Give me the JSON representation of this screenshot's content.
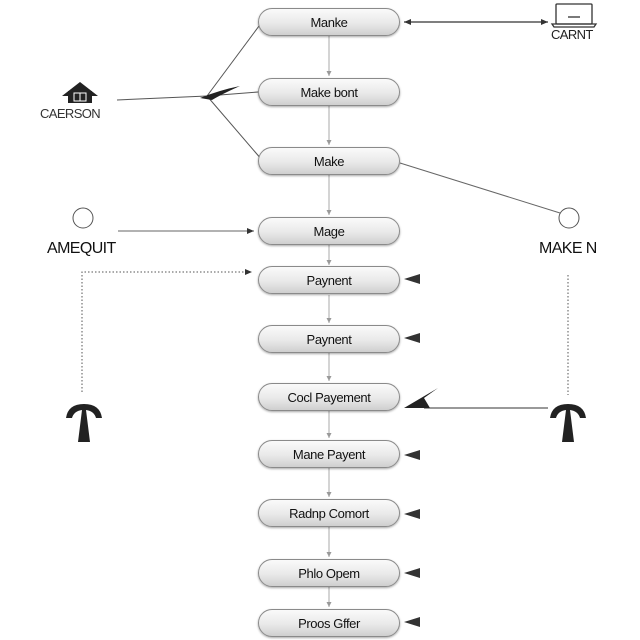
{
  "nodes": [
    {
      "id": "n1",
      "label": "Manke"
    },
    {
      "id": "n2",
      "label": "Make bont"
    },
    {
      "id": "n3",
      "label": "Make"
    },
    {
      "id": "n4",
      "label": "Mage"
    },
    {
      "id": "n5",
      "label": "Paynent"
    },
    {
      "id": "n6",
      "label": "Paynent"
    },
    {
      "id": "n7",
      "label": "Cocl Payement"
    },
    {
      "id": "n8",
      "label": "Mane Payent"
    },
    {
      "id": "n9",
      "label": "Radnp Comort"
    },
    {
      "id": "n10",
      "label": "Phlo Opem"
    },
    {
      "id": "n11",
      "label": "Proos Gffer"
    }
  ],
  "actors": {
    "top_right_label": "CARNT",
    "top_left_label": "CAERSON",
    "left_label": "AMEQUIT",
    "right_label": "MAKE N"
  }
}
